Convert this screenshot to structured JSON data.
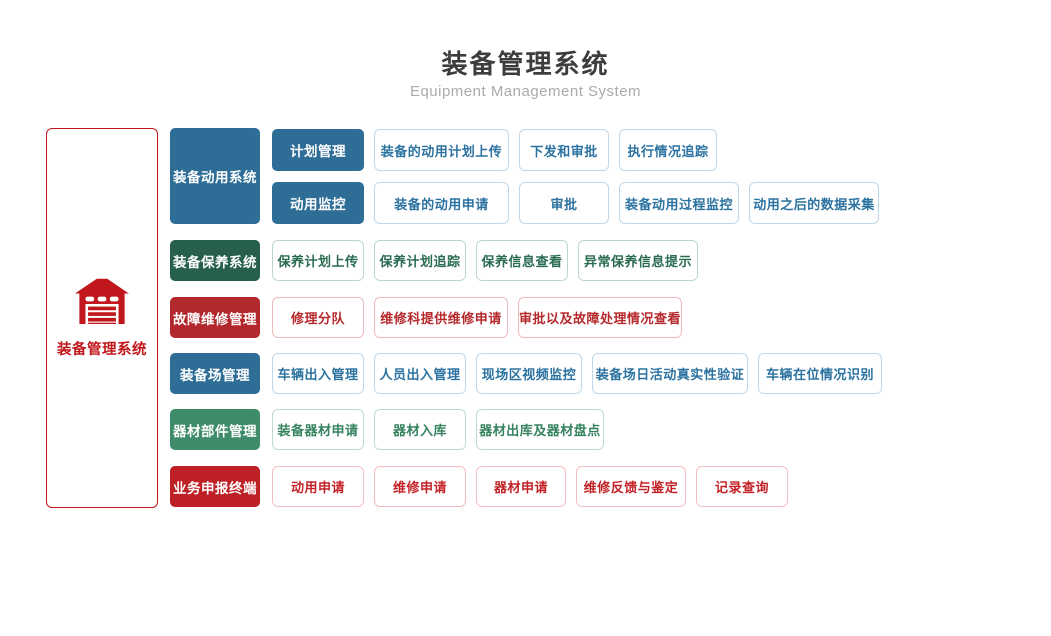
{
  "header": {
    "title": "装备管理系统",
    "subtitle": "Equipment Management System"
  },
  "root": {
    "label": "装备管理系统",
    "icon": "garage-warehouse-icon",
    "theme": "accentRed"
  },
  "themes": {
    "accentRed": {
      "solid": "#c0161c",
      "text": "#c0161c",
      "border": "#c0161c"
    },
    "blue": {
      "solid": "#2e6e96",
      "text": "#2b72a0",
      "border": "#bdd8ea"
    },
    "darkGreen": {
      "solid": "#26604d",
      "text": "#2a6b52",
      "border": "#bdd7cc"
    },
    "red": {
      "solid": "#b2282c",
      "text": "#b5292d",
      "border": "#eebabc"
    },
    "green": {
      "solid": "#3e8c69",
      "text": "#35835f",
      "border": "#bedacd"
    },
    "darkRed": {
      "solid": "#bd2025",
      "text": "#c32227",
      "border": "#f2bfc1"
    }
  },
  "groups": [
    {
      "name": "装备动用系统",
      "theme": "blue",
      "subgroups": [
        {
          "name": "计划管理",
          "items": [
            "装备的动用计划上传",
            "下发和审批",
            "执行情况追踪"
          ]
        },
        {
          "name": "动用监控",
          "items": [
            "装备的动用申请",
            "审批",
            "装备动用过程监控",
            "动用之后的数据采集"
          ]
        }
      ]
    },
    {
      "name": "装备保养系统",
      "theme": "darkGreen",
      "items": [
        "保养计划上传",
        "保养计划追踪",
        "保养信息查看",
        "异常保养信息提示"
      ]
    },
    {
      "name": "故障维修管理",
      "theme": "red",
      "items": [
        "修理分队",
        "维修科提供维修申请",
        "审批以及故障处理情况查看"
      ]
    },
    {
      "name": "装备场管理",
      "theme": "blue",
      "items": [
        "车辆出入管理",
        "人员出入管理",
        "现场区视频监控",
        "装备场日活动真实性验证",
        "车辆在位情况识别"
      ]
    },
    {
      "name": "器材部件管理",
      "theme": "green",
      "items": [
        "装备器材申请",
        "器材入库",
        "器材出库及器材盘点"
      ]
    },
    {
      "name": "业务申报终端",
      "theme": "darkRed",
      "items": [
        "动用申请",
        "维修申请",
        "器材申请",
        "维修反馈与鉴定",
        "记录查询"
      ]
    }
  ]
}
